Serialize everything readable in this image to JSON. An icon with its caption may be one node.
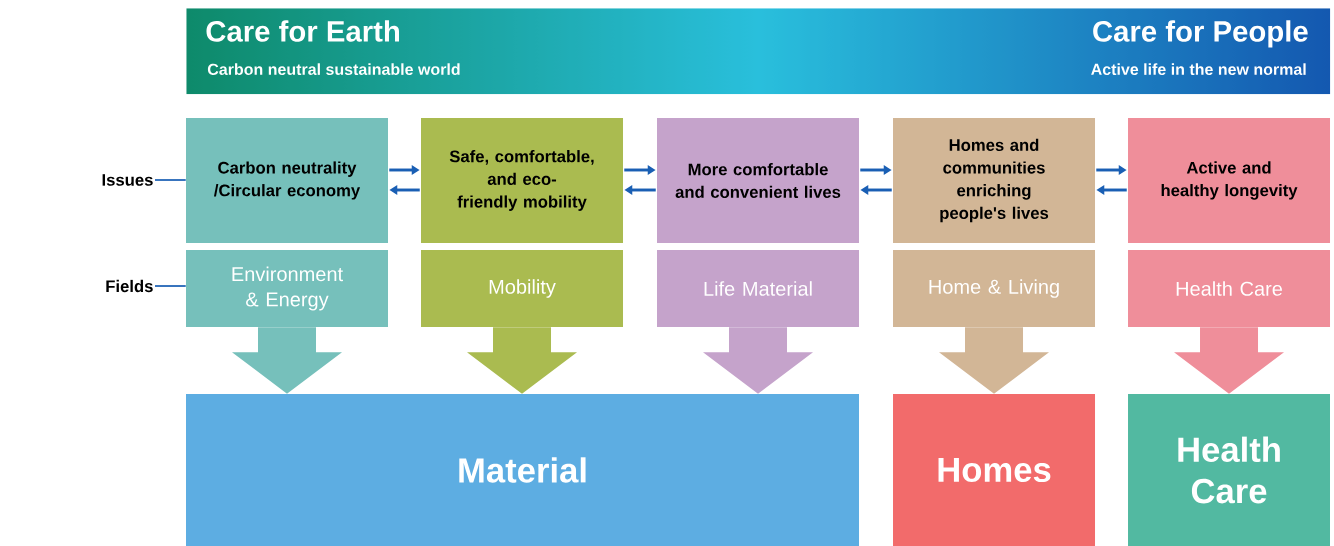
{
  "diagram": {
    "nodes": [
      {
        "text": [
          "Care for Earth",
          "Carbon neutral sustainable world",
          "Care for People",
          "Active life in the new normal"
        ]
      },
      {
        "text": [
          "Issues"
        ]
      },
      {
        "text": [
          "Fields"
        ]
      },
      {
        "text": [
          "Carbon neutrality /Circular economy"
        ]
      },
      {
        "text": [
          "Safe, comfortable, and eco-friendly mobility"
        ]
      },
      {
        "text": [
          "More comfortable and convenient lives"
        ]
      },
      {
        "text": [
          "Homes and communities enriching people's lives"
        ]
      },
      {
        "text": [
          "Active and healthy longevity"
        ]
      },
      {
        "text": [
          "Environment & Energy"
        ]
      },
      {
        "text": [
          "Mobility"
        ]
      },
      {
        "text": [
          "Life Material"
        ]
      },
      {
        "text": [
          "Home & Living"
        ]
      },
      {
        "text": [
          "Health Care"
        ]
      },
      {
        "text": [
          "Material"
        ]
      },
      {
        "text": [
          "Homes"
        ]
      },
      {
        "text": [
          "Health Care"
        ]
      }
    ],
    "edges": [
      {
        "from": 1,
        "to": 3,
        "arrow": "none"
      },
      {
        "from": 2,
        "to": 8,
        "arrow": "none"
      },
      {
        "from": 3,
        "to": 4,
        "arrow": "to"
      },
      {
        "from": 4,
        "to": 3,
        "arrow": "to"
      },
      {
        "from": 4,
        "to": 5,
        "arrow": "to"
      },
      {
        "from": 5,
        "to": 4,
        "arrow": "to"
      },
      {
        "from": 5,
        "to": 6,
        "arrow": "to"
      },
      {
        "from": 6,
        "to": 5,
        "arrow": "to"
      },
      {
        "from": 6,
        "to": 7,
        "arrow": "to"
      },
      {
        "from": 7,
        "to": 6,
        "arrow": "to"
      },
      {
        "from": 8,
        "to": 13,
        "arrow": "to",
        "style": "thick",
        "color": "#76c0bb"
      },
      {
        "from": 9,
        "to": 13,
        "arrow": "to",
        "style": "thick",
        "color": "#aabb50"
      },
      {
        "from": 10,
        "to": 13,
        "arrow": "to",
        "style": "thick",
        "color": "#c5a3cb"
      },
      {
        "from": 11,
        "to": 14,
        "arrow": "to",
        "style": "thick",
        "color": "#d2b696"
      },
      {
        "from": 12,
        "to": 15,
        "arrow": "to",
        "style": "thick",
        "color": "#ef8e9a"
      }
    ]
  }
}
